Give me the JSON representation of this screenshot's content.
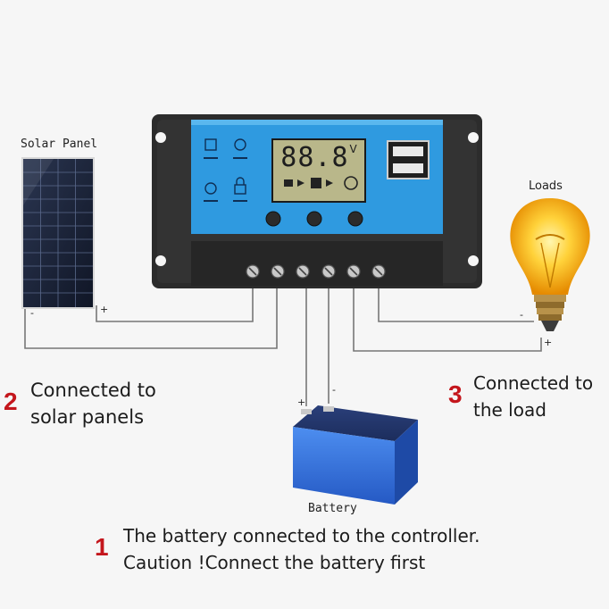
{
  "labels": {
    "solar_panel": "Solar Panel",
    "loads": "Loads",
    "battery": "Battery"
  },
  "lcd": {
    "reading": "88.8",
    "unit": "V"
  },
  "steps": [
    {
      "number": "2",
      "line1": "Connected to",
      "line2": "solar panels"
    },
    {
      "number": "3",
      "line1": "Connected to",
      "line2": "the load"
    },
    {
      "number": "1",
      "line1": "The battery connected to the controller.",
      "line2": "Caution !Connect the battery first"
    }
  ],
  "polarity": {
    "plus": "+",
    "minus": "-"
  },
  "colors": {
    "controller_body": "#2c2c2c",
    "controller_panel": "#2f9ae0",
    "lcd_bg": "#b9b78a",
    "battery": "#2f6fd8",
    "accent": "#c4161c"
  }
}
